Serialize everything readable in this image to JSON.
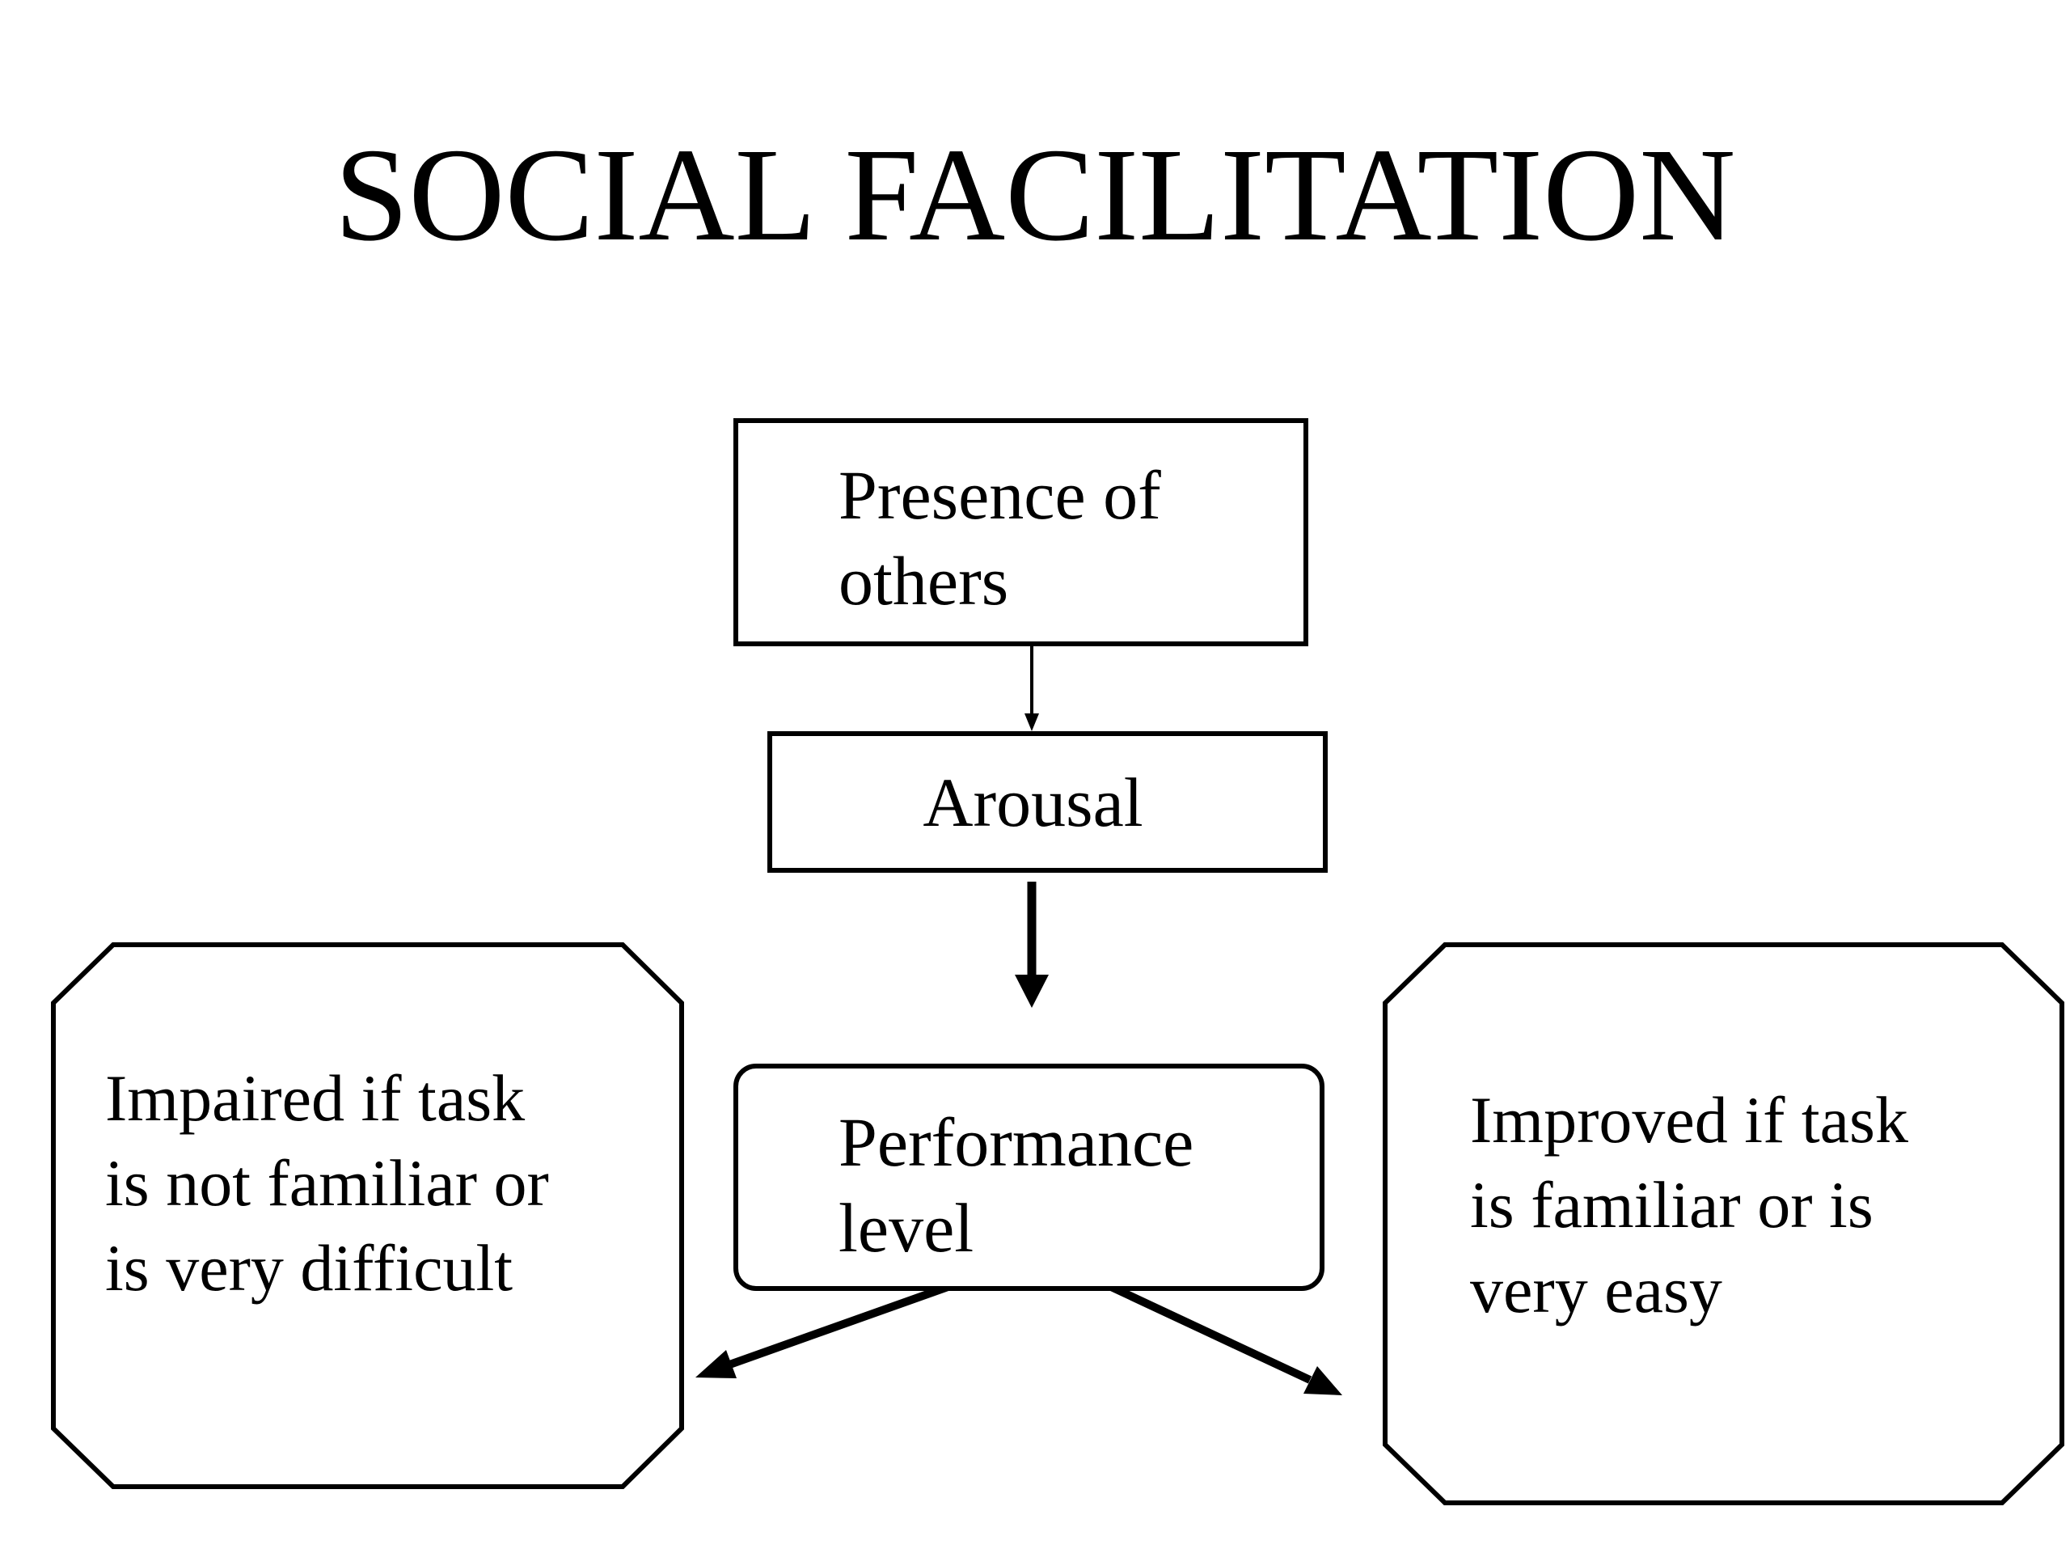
{
  "title": "SOCIAL FACILITATION",
  "nodes": {
    "presence": {
      "lines": [
        "Presence of",
        "others"
      ]
    },
    "arousal": {
      "lines": [
        "Arousal"
      ]
    },
    "performance": {
      "lines": [
        "Performance",
        "level"
      ]
    },
    "impaired": {
      "lines": [
        "Impaired if task",
        "is not familiar or",
        "is very difficult"
      ]
    },
    "improved": {
      "lines": [
        "Improved if task",
        "is familiar or is",
        "very easy"
      ]
    }
  },
  "edges": [
    {
      "from": "presence",
      "to": "arousal"
    },
    {
      "from": "arousal",
      "to": "performance"
    },
    {
      "from": "performance",
      "to": "impaired"
    },
    {
      "from": "performance",
      "to": "improved"
    }
  ]
}
